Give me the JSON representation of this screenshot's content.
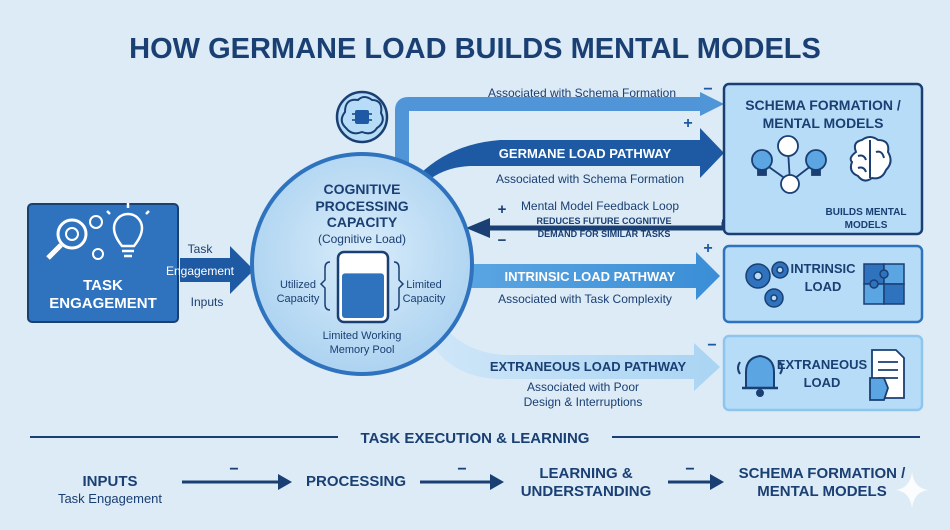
{
  "title": "HOW GERMANE LOAD BUILDS MENTAL MODELS",
  "task_box": {
    "label_line1": "TASK",
    "label_line2": "ENGAGEMENT"
  },
  "task_arrow": {
    "top_label": "Task",
    "mid_label": "Engagement",
    "bottom_label": "Inputs"
  },
  "center": {
    "title_line1": "COGNITIVE",
    "title_line2": "PROCESSING",
    "title_line3": "CAPACITY",
    "subtitle": "(Cognitive Load)",
    "left_label_line1": "Utilized",
    "left_label_line2": "Capacity",
    "right_label_line1": "Limited",
    "right_label_line2": "Capacity",
    "pool_line1": "Limited Working",
    "pool_line2": "Memory Pool",
    "pool_fill": 0.72
  },
  "top_path": {
    "label": "Associated with Schema Formation",
    "minus": "−",
    "plus": "+"
  },
  "germane": {
    "label": "GERMANE LOAD PATHWAY",
    "sublabel": "Associated with Schema Formation"
  },
  "feedback": {
    "label": "Mental Model Feedback Loop",
    "sub_line1": "REDUCES FUTURE COGNITIVE",
    "sub_line2": "DEMAND FOR SIMILAR TASKS",
    "plus": "+",
    "minus": "−"
  },
  "intrinsic": {
    "label": "INTRINSIC LOAD PATHWAY",
    "sublabel": "Associated with Task Complexity",
    "plus": "+"
  },
  "extraneous": {
    "label": "EXTRANEOUS LOAD PATHWAY",
    "sub_line1": "Associated with Poor",
    "sub_line2": "Design & Interruptions",
    "minus": "−"
  },
  "schema_box": {
    "title_line1": "SCHEMA FORMATION /",
    "title_line2": "MENTAL MODELS",
    "caption_line1": "BUILDS MENTAL",
    "caption_line2": "MODELS"
  },
  "intrinsic_box": {
    "line1": "INTRINSIC",
    "line2": "LOAD"
  },
  "extraneous_box": {
    "line1": "EXTRANEOUS",
    "line2": "LOAD"
  },
  "section_title": "TASK EXECUTION & LEARNING",
  "flow": {
    "s1_line1": "INPUTS",
    "s1_line2": "Task Engagement",
    "s2": "PROCESSING",
    "s3_line1": "LEARNING &",
    "s3_line2": "UNDERSTANDING",
    "s4_line1": "SCHEMA FORMATION /",
    "s4_line2": "MENTAL MODELS",
    "minus": "−"
  },
  "colors": {
    "dark_navy": "#1a3f73",
    "mid_blue": "#3a7fc4",
    "deep_blue": "#1e5aa3",
    "light_blue": "#8ec5ef",
    "pale_blue": "#b6dcf7",
    "background": "#dcebf6"
  }
}
